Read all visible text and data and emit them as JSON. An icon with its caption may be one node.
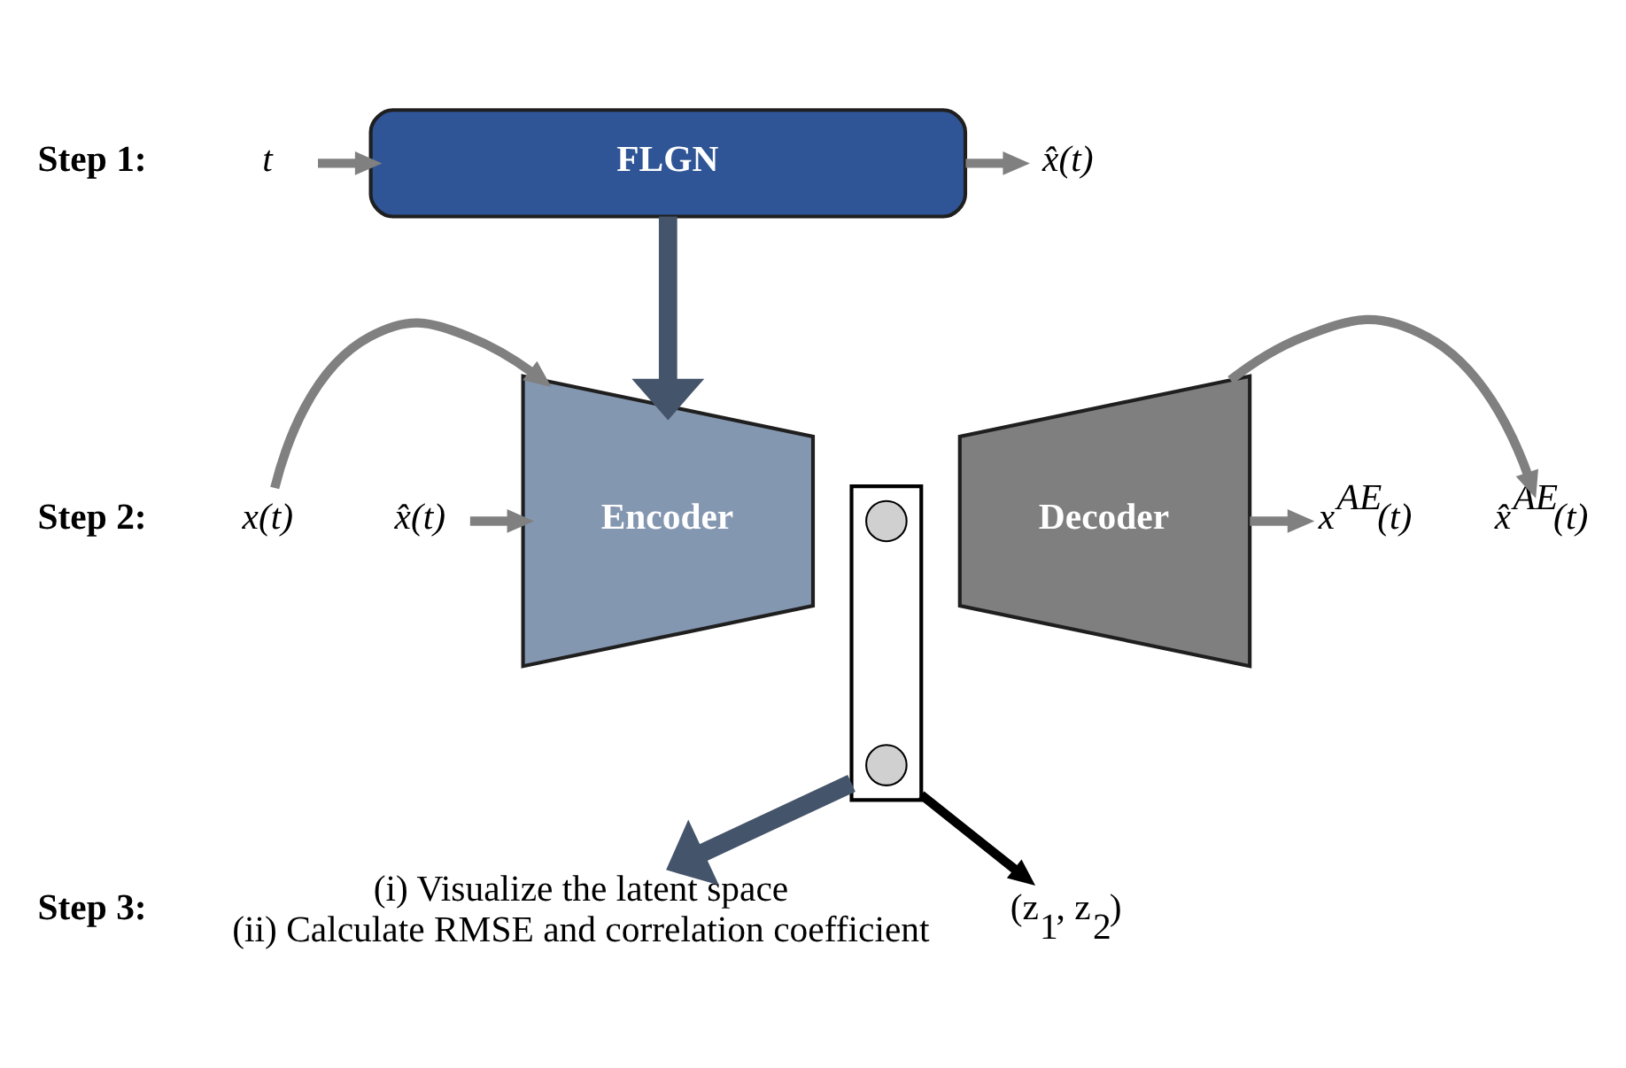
{
  "diagram": {
    "nodes": [
      {
        "text": [
          "t"
        ]
      },
      {
        "text": [
          "FLGN"
        ]
      },
      {
        "text": [
          "x̂(t)"
        ]
      },
      {
        "text": [
          "x(t)"
        ]
      },
      {
        "text": [
          "x̂(t)"
        ]
      },
      {
        "text": [
          "Encoder"
        ]
      },
      {
        "text": [],
        "shape": "box"
      },
      {
        "text": [],
        "shape": "circle",
        "in": 6
      },
      {
        "text": [],
        "shape": "circle",
        "in": 6
      },
      {
        "text": [
          "(z$_{1}$, z$_{2}$)"
        ]
      },
      {
        "text": [
          "Decoder"
        ]
      },
      {
        "text": [
          "x$^{AE}$(t)"
        ]
      },
      {
        "text": [
          "x̂$^{AE}$(t)"
        ]
      },
      {
        "text": [
          "(i) Visualize the latent space",
          "(ii) Calculate RMSE and correlation coefficient"
        ]
      }
    ],
    "edges": [
      {
        "from": 0,
        "to": 1,
        "arrow": "to"
      },
      {
        "from": 1,
        "to": 2,
        "arrow": "to"
      },
      {
        "from": 1,
        "to": 5,
        "arrow": "to",
        "style": "thick",
        "color": "#44546a"
      },
      {
        "from": 3,
        "to": 5,
        "arrow": "to"
      },
      {
        "from": 4,
        "to": 5,
        "arrow": "to"
      },
      {
        "from": 6,
        "to": 9,
        "arrow": "to",
        "color": "#000000"
      },
      {
        "from": 10,
        "to": 11,
        "arrow": "to"
      },
      {
        "from": 10,
        "to": 12,
        "arrow": "to"
      },
      {
        "from": 6,
        "to": 13,
        "arrow": "to",
        "style": "thick",
        "color": "#44546a"
      }
    ],
    "labels": [
      "Step 1:",
      "Step 2:",
      "Step 3:"
    ]
  }
}
